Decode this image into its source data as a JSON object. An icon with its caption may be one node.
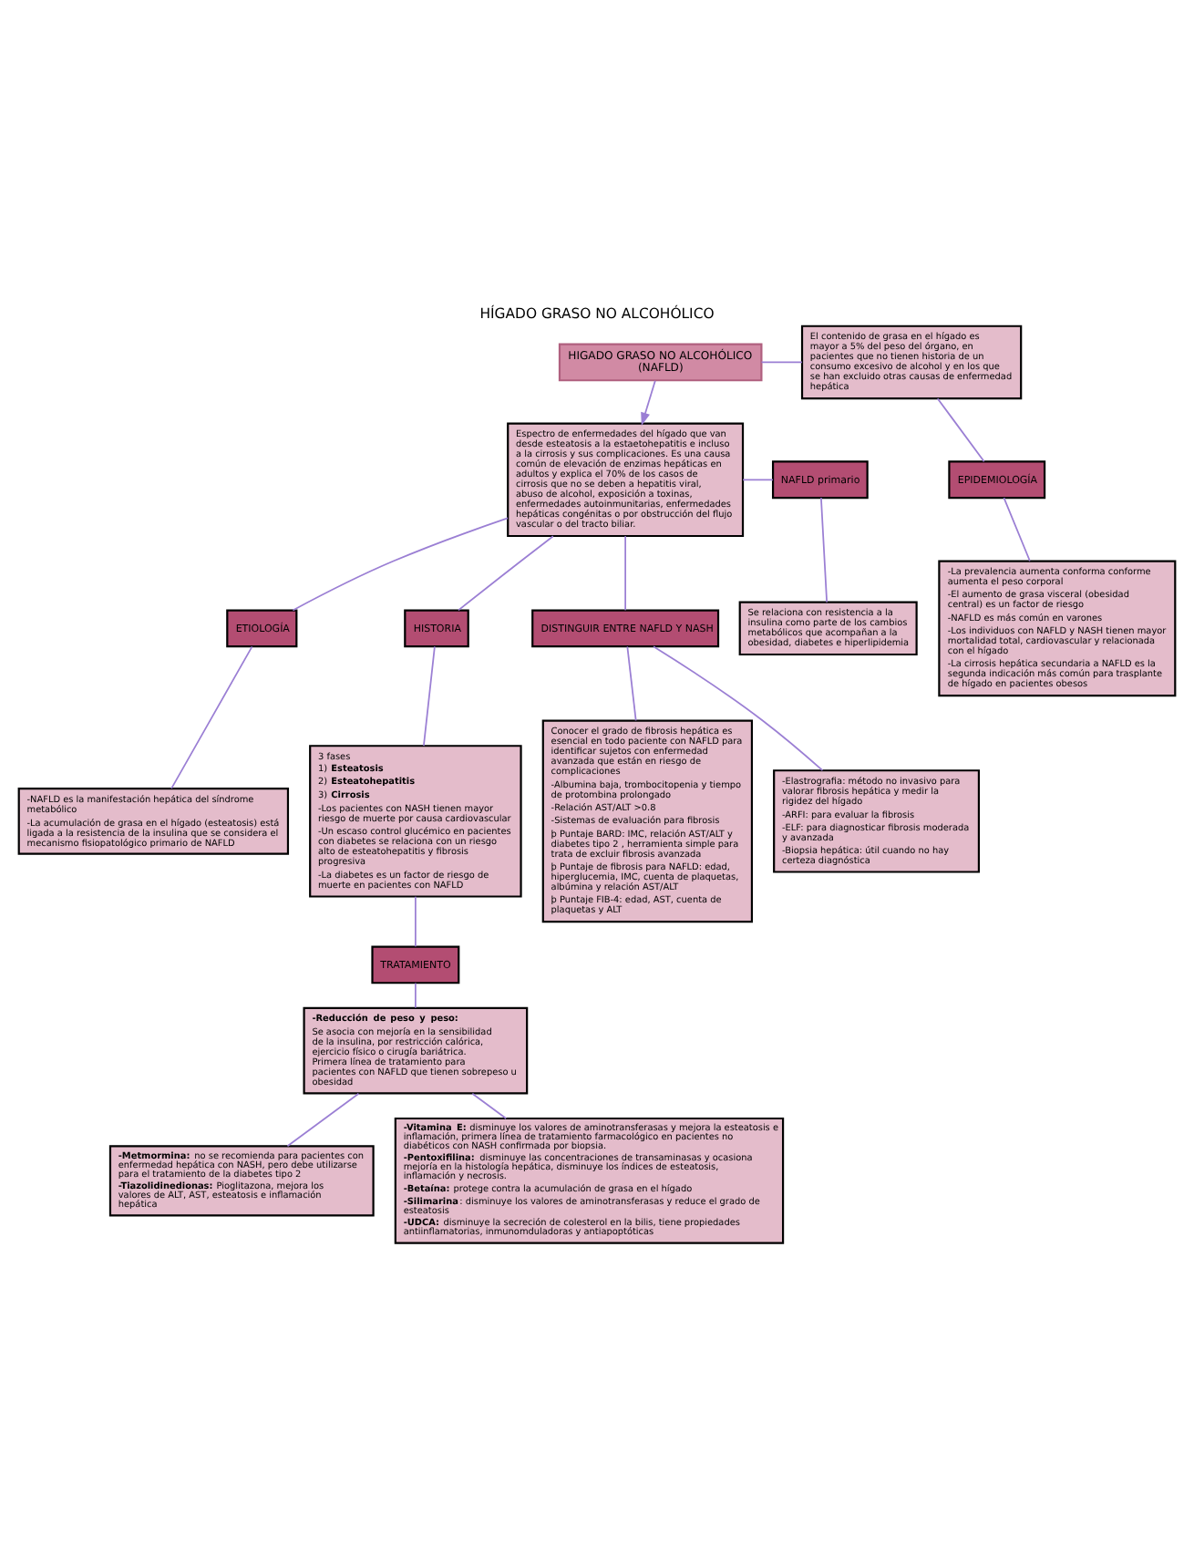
{
  "diagram": {
    "title": "HÍGADO GRASO NO ALCOHÓLICO",
    "nodes": [
      {
        "text": [
          "HIGADO GRASO NO ALCOHÓLICO (NAFLD)"
        ]
      },
      {
        "text": [
          "El contenido de grasa en el hígado es mayor a 5% del peso del órgano, en pacientes que no tienen historia de un consumo excesivo de alcohol  y en los que se han excluido otras causas de enfermedad hepática"
        ]
      },
      {
        "text": [
          "Espectro de enfermedades del hígado que van desde esteatosis a la estaetohepatitis e incluso a la cirrosis y sus complicaciones. Es una causa común de elevación de enzimas hepáticas en adultos y explica el 70% de los casos de cirrosis que no se deben a hepatitis viral, abuso de alcohol, exposición a toxinas, enfermedades autoinmunitarias, enfermedades hepáticas congénitas o por obstrucción del flujo vascular o del tracto biliar."
        ]
      },
      {
        "text": [
          "NAFLD primario"
        ]
      },
      {
        "text": [
          "Se relaciona con resistencia a la insulina como parte de los cambios metabólicos que acompañan a la obesidad, diabetes e hiperlipidemia"
        ]
      },
      {
        "text": [
          "EPIDEMIOLOGÍA"
        ]
      },
      {
        "text": [
          "-La prevalencia aumenta conforma conforme aumenta el peso corporal",
          "-El aumento de grasa visceral (obesidad central) es un factor de riesgo",
          "-NAFLD es más común en varones",
          "-Los individuos con NAFLD y NASH tienen mayor mortalidad total, cardiovascular y relacionada con el hígado",
          "-La cirrosis hepática secundaria a NAFLD es la segunda indicación más común para trasplante de hígado en pacientes obesos"
        ]
      },
      {
        "text": [
          "ETIOLOGÍA"
        ]
      },
      {
        "text": [
          "-NAFLD es la manifestación hepática del síndrome metabólico",
          "-La acumulación de grasa en el hígado (esteatosis) está ligada a la resistencia de la insulina que se considera el mecanismo fisiopatológico primario de NAFLD"
        ]
      },
      {
        "text": [
          "HISTORIA"
        ]
      },
      {
        "text": [
          "3 fases",
          "1) **Esteatosis**",
          "2) **Esteatohepatitis**",
          "3) **Cirrosis**",
          "-Los pacientes con NASH tienen mayor riesgo de muerte por causa cardiovascular",
          "-Un escaso control glucémico en pacientes con diabetes se relaciona con un riesgo alto de esteatohepatitis y fibrosis progresiva",
          "-La diabetes es un factor de riesgo de muerte en pacientes con NAFLD"
        ]
      },
      {
        "text": [
          "DISTINGUIR ENTRE NAFLD Y NASH"
        ]
      },
      {
        "text": [
          "Conocer el grado de fibrosis hepática es esencial en todo paciente con NAFLD para identificar sujetos con enfermedad avanzada que están en riesgo de complicaciones",
          "-Albumina baja, trombocitopenia y tiempo de protombina prolongado",
          "-Relación AST/ALT >0.8",
          "-Sistemas de evaluación para fibrosis",
          "þ Puntaje BARD: IMC, relación AST/ALT y diabetes tipo 2 , herramienta simple para trata de excluir fibrosis avanzada",
          "þ Puntaje de fibrosis para NAFLD: edad, hiperglucemia, IMC, cuenta de plaquetas, albúmina y relación AST/ALT",
          "þ Puntaje FIB-4: edad, AST, cuenta de plaquetas y ALT"
        ]
      },
      {
        "text": [
          "-Elastrografia: método no invasivo para valorar fibrosis hepática y medir la rigidez del hígado",
          "-ARFI: para evaluar la fibrosis",
          "-ELF: para diagnosticar fibrosis moderada y avanzada",
          "-Biopsia hepática: útil cuando no hay certeza diagnóstica"
        ]
      },
      {
        "text": [
          "TRATAMIENTO"
        ]
      },
      {
        "text": [
          "-Reducción de peso y peso:",
          "Se asocia con mejoría en la sensibilidad de la insulina, por restricción calórica, ejercicio físico o cirugía bariátrica. Primera línea de tratamiento para pacientes con NAFLD que tienen sobrepeso u obesidad"
        ]
      },
      {
        "text": [
          "**-Metmormina:** no se recomienda para pacientes con enfermedad hepática con NASH, pero debe utilizarse para el tratamiento de la diabetes tipo 2",
          "**-Tiazolidinedionas:** Pioglitazona, mejora los valores de ALT, AST, esteatosis e inflamación hepática"
        ]
      },
      {
        "text": [
          "**-Vitamina E:** disminuye los valores de aminotransferasas y mejora la esteatosis e inflamación, primera línea de tratamiento farmacológico en pacientes no diabéticos con NASH confirmada por biopsia.",
          "**-Pentoxifilina:** disminuye las concentraciones de transaminasas y ocasiona mejoría en la histología hepática, disminuye los índices de esteatosis, inflamación y necrosis.",
          "**-Betaína:** protege contra la acumulación de grasa en el hígado",
          "**-Silimarina**: disminuye los valores de aminotransferasas y reduce el grado de esteatosis",
          "**-UDCA:** disminuye la secreción de colesterol en la bilis, tiene propiedades antiinflamatorias, inmunomduladoras y antiapoptóticas"
        ]
      }
    ],
    "edges": [
      {
        "from": 0,
        "to": 2,
        "arrow": "to"
      },
      {
        "from": 0,
        "to": 1,
        "arrow": "none"
      },
      {
        "from": 2,
        "to": 3,
        "arrow": "none"
      },
      {
        "from": 3,
        "to": 4,
        "arrow": "none"
      },
      {
        "from": 1,
        "to": 5,
        "arrow": "none"
      },
      {
        "from": 5,
        "to": 6,
        "arrow": "none"
      },
      {
        "from": 2,
        "to": 7,
        "arrow": "none"
      },
      {
        "from": 7,
        "to": 8,
        "arrow": "none"
      },
      {
        "from": 2,
        "to": 9,
        "arrow": "none"
      },
      {
        "from": 2,
        "to": 11,
        "arrow": "none"
      },
      {
        "from": 9,
        "to": 10,
        "arrow": "none"
      },
      {
        "from": 11,
        "to": 12,
        "arrow": "none"
      },
      {
        "from": 11,
        "to": 13,
        "arrow": "none"
      },
      {
        "from": 10,
        "to": 14,
        "arrow": "none"
      },
      {
        "from": 14,
        "to": 15,
        "arrow": "none"
      },
      {
        "from": 15,
        "to": 16,
        "arrow": "none"
      },
      {
        "from": 15,
        "to": 17,
        "arrow": "none"
      }
    ]
  }
}
